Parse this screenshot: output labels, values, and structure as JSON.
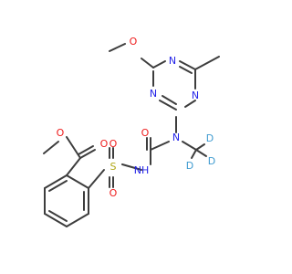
{
  "molecule": {
    "atoms": {
      "o_methoxy": "O",
      "n_ring_top": "N",
      "n_ring_left": "N",
      "n_ring_right": "N",
      "n_methylated": "N",
      "o_carbonyl": "O",
      "nh": "NH",
      "s_sulfonyl": "S",
      "o_sulfonyl_top": "O",
      "o_sulfonyl_bottom": "O",
      "o_ester_single": "O",
      "o_ester_double": "O",
      "d1": "D",
      "d2": "D",
      "d3": "D"
    },
    "colors": {
      "bond": "#3d3d3d",
      "carbon": "#3d3d3d",
      "nitrogen": "#2323e8",
      "oxygen": "#ee1c1c",
      "sulfur": "#b0a614",
      "deuterium": "#3e9bd0"
    }
  }
}
